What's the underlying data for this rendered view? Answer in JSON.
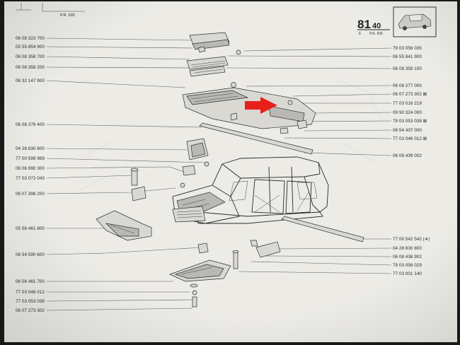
{
  "header": {
    "top_left_code": "P.R. 935",
    "page_number_main": "81",
    "page_number_sub": "40",
    "page_sub_letter": "E",
    "page_sub_code": "P.R. 935"
  },
  "left_labels": [
    "06 08 323 700",
    "05 55 854 900",
    "06 08 358 700",
    "06 08 358 200",
    "06 32 147 900",
    "06 08 378 400",
    "04 28 830 800",
    "77 00 599 969",
    "06 06 990 300",
    "77 03 072 043",
    "06 07 398 200",
    "05 56 461 800",
    "06 54 590 600",
    "06 56 461 700",
    "77 03 046 012",
    "77 03 053 038",
    "06 07 273 302"
  ],
  "right_labels": [
    "79 03 056 035",
    "06 55 841 900",
    "06 08 359 100",
    "06 08 277 000",
    "06 07 273 302 ⊠",
    "77 03 016 218",
    "09 90 324 000",
    "79 03 053 038 ⊠",
    "08 54 437 000",
    "77 03 046 012 ⊠",
    "06 08 439 002",
    "77 00 542 542 (∗)",
    "04 28 830 800",
    "06 08 438 902",
    "79 03 056 029",
    "77 03 001 140"
  ],
  "arrow_color": "#e8201c",
  "paper_color": "#ecebe6"
}
